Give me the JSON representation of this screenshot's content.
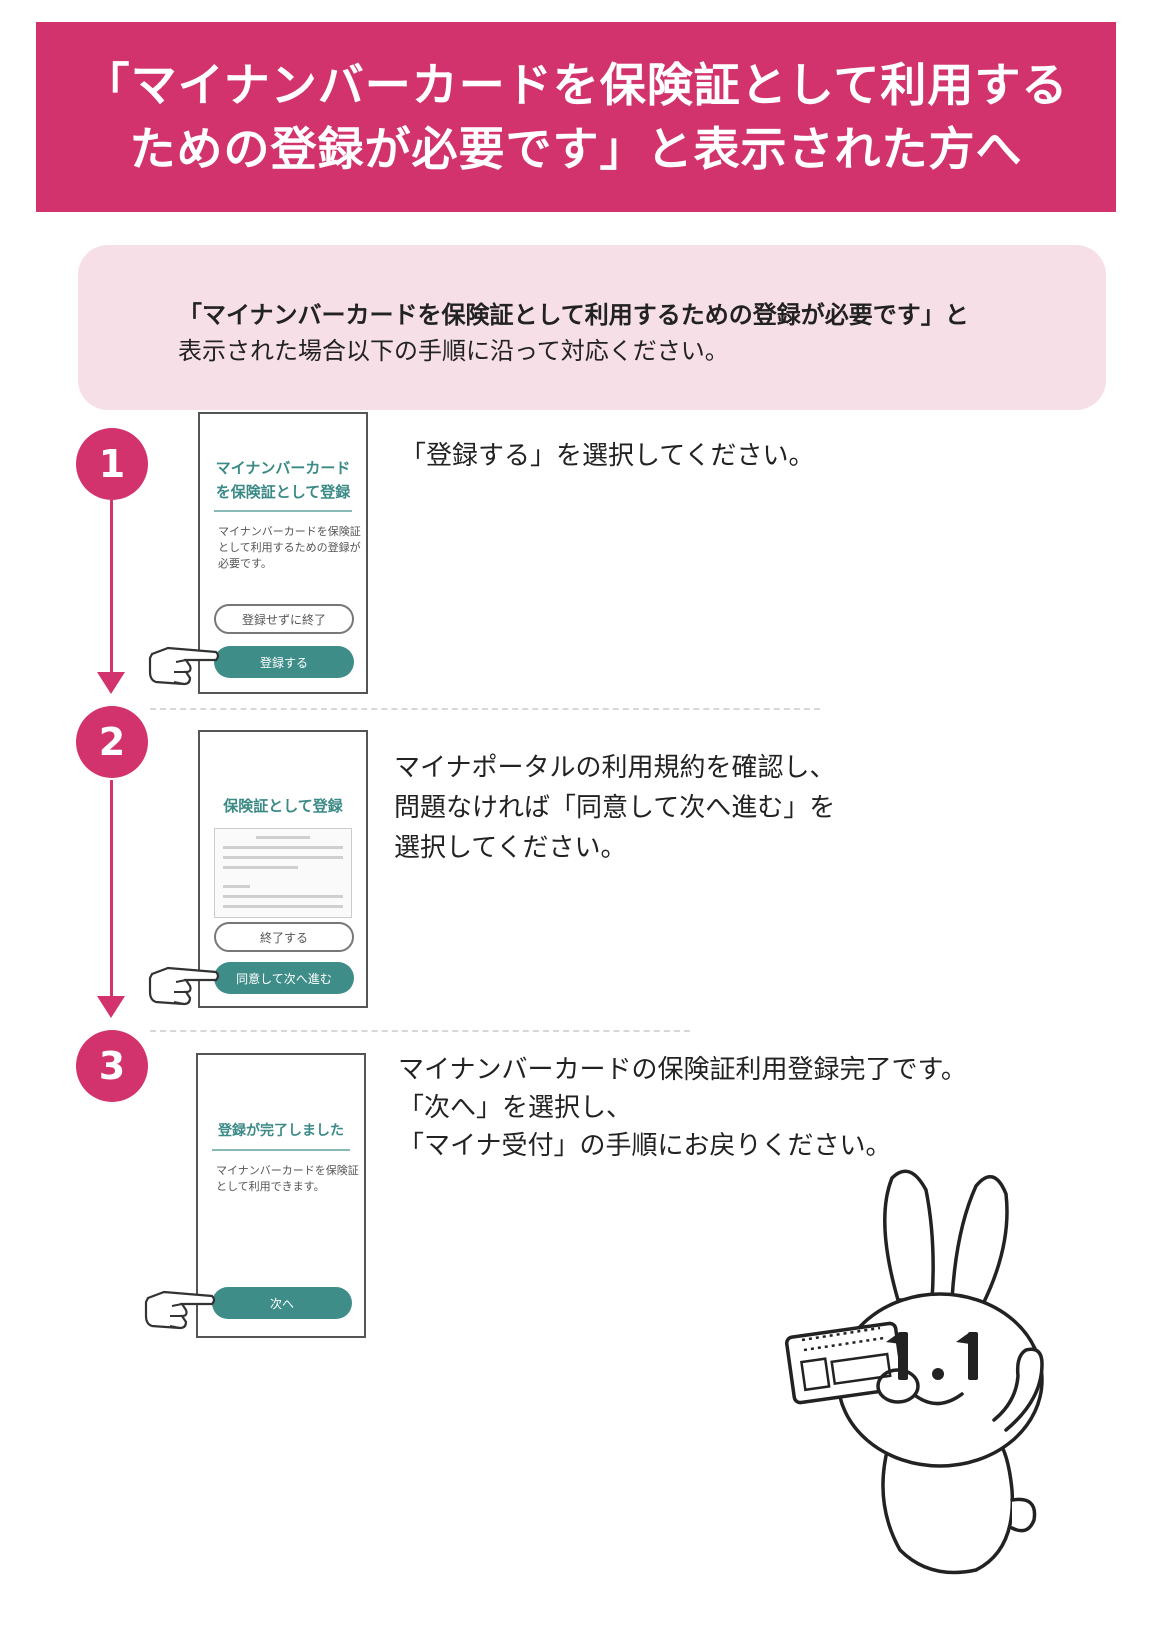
{
  "header": {
    "title_line1": "「マイナンバーカードを保険証として利用する",
    "title_line2": "ための登録が必要です」と表示された方へ"
  },
  "intro": {
    "line1": "「マイナンバーカードを保険証として利用するための登録が必要です」と",
    "line2": "表示された場合以下の手順に沿って対応ください。"
  },
  "steps": [
    {
      "number": "1",
      "screen": {
        "title_line1": "マイナンバーカード",
        "title_line2": "を保険証として登録",
        "body_line1": "マイナンバーカードを保険証",
        "body_line2": "として利用するための登録が",
        "body_line3": "必要です。",
        "secondary_button": "登録せずに終了",
        "primary_button": "登録する"
      },
      "text_line1": "「登録する」を選択してください。"
    },
    {
      "number": "2",
      "screen": {
        "title": "保険証として登録",
        "secondary_button": "終了する",
        "primary_button": "同意して次へ進む"
      },
      "text_line1": "マイナポータルの利用規約を確認し、",
      "text_line2": "問題なければ「同意して次へ進む」を",
      "text_line3": "選択してください。"
    },
    {
      "number": "3",
      "screen": {
        "title": "登録が完了しました",
        "body_line1": "マイナンバーカードを保険証",
        "body_line2": "として利用できます。",
        "primary_button": "次へ"
      },
      "text_line1": "マイナンバーカードの保険証利用登録完了です。",
      "text_line2": "「次へ」を選択し、",
      "text_line3": "「マイナ受付」の手順にお戻りください。"
    }
  ],
  "colors": {
    "accent": "#d2336c",
    "teal": "#3f8d88",
    "intro_bg": "#f6dfe7"
  }
}
